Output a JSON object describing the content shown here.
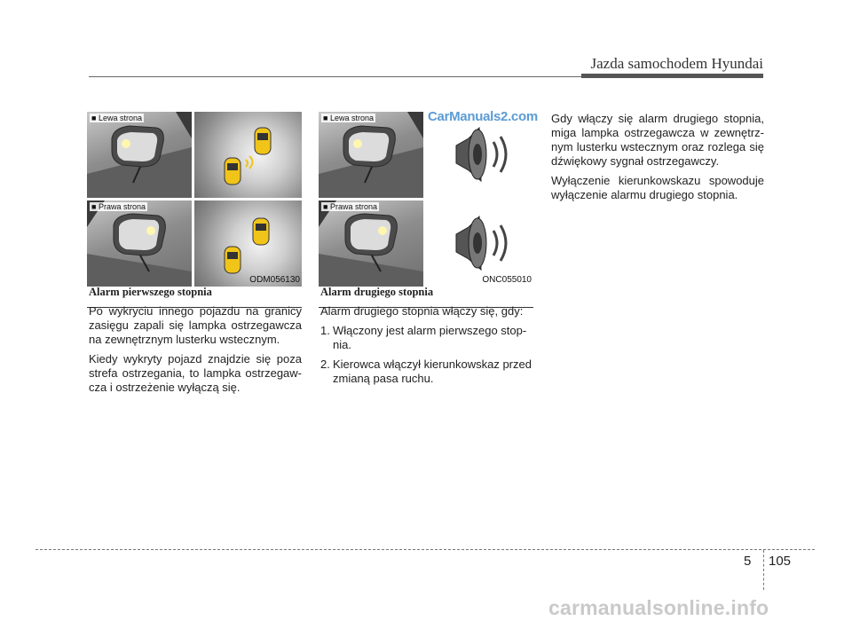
{
  "header": {
    "title": "Jazda samochodem Hyundai"
  },
  "figure1": {
    "top_label": "Lewa strona",
    "bottom_label": "Prawa strona",
    "code": "ODM056130"
  },
  "figure2": {
    "top_label": "Lewa strona",
    "bottom_label": "Prawa strona",
    "code": "ONC055010",
    "watermark": "CarManuals2.com"
  },
  "col1": {
    "heading": "Alarm pierwszego stopnia",
    "p1": "Po wykryciu innego pojazdu na granicy zasięgu zapali się lampka ostrzegawcza na zewnętrznym lusterku wstecznym.",
    "p2": "Kiedy wykryty pojazd znajdzie się poza strefa ostrzegania, to lampka ostrzegaw-cza i ostrzeżenie wyłączą się."
  },
  "col2": {
    "heading": "Alarm drugiego stopnia",
    "intro": "Alarm drugiego stopnia włączy się, gdy:",
    "items": [
      {
        "num": "1.",
        "text": "Włączony jest alarm pierwszego stop-nia."
      },
      {
        "num": "2.",
        "text": "Kierowca włączył kierunkowskaz przed zmianą pasa ruchu."
      }
    ]
  },
  "col3": {
    "p1": "Gdy włączy się alarm drugiego stopnia, miga lampka ostrzegawcza w zewnętrz-nym lusterku wstecznym oraz rozlega się dźwiękowy sygnał ostrzegawczy.",
    "p2": "Wyłączenie kierunkowskazu spowoduje wyłączenie alarmu drugiego stopnia."
  },
  "footer": {
    "chapter": "5",
    "page": "105",
    "site": "carmanualsonline.info"
  },
  "colors": {
    "accent_line": "#555555",
    "car_yellow": "#f0c419",
    "warning_lamp": "#fff6b0"
  }
}
